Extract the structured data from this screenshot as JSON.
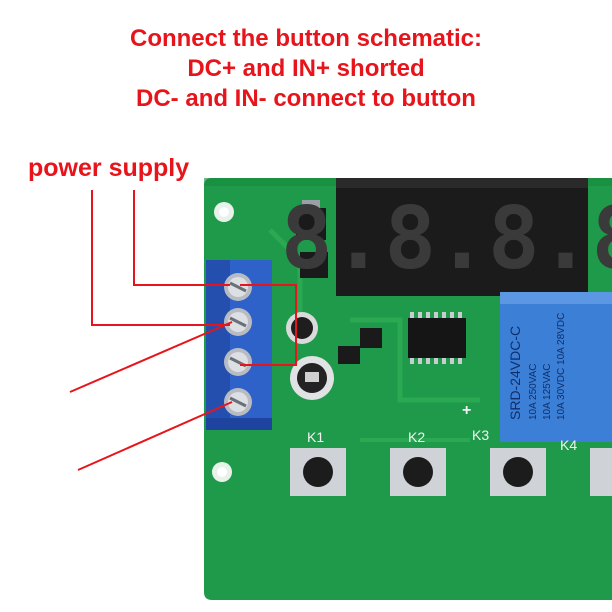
{
  "caption": {
    "line1": "Connect the button schematic:",
    "line2": "DC+ and IN+ shorted",
    "line3": "DC- and IN- connect to button"
  },
  "power_label": "power supply",
  "board": {
    "pcb_color": "#1f9a4a",
    "terminal_color": "#2f62c9",
    "relay_color": "#3c7fd6",
    "display_digits": "8.8.8.8",
    "relay_text_1": "SRD-24VDC-C",
    "relay_text_2": "10A 250VAC",
    "relay_text_3": "10A 125VAC",
    "relay_text_4": "10A 30VDC 10A 28VDC",
    "buttons": [
      "K1",
      "K2",
      "K3",
      "K4"
    ],
    "plus_mark": "+"
  },
  "wire_color": "#e8141b"
}
